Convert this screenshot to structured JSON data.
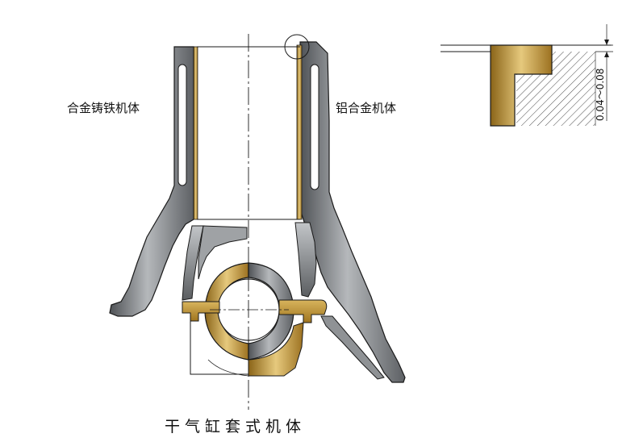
{
  "labels": {
    "left_block": "合金铸铁机体",
    "right_block": "铝合金机体",
    "caption": "干气缸套式机体",
    "clearance": "0.04～0.08"
  },
  "colors": {
    "casting_gray": "#8c8f92",
    "casting_dark": "#505356",
    "bronze": "#b98b2c",
    "bronze_light": "#e3c273",
    "outline": "#1a1a1a"
  }
}
